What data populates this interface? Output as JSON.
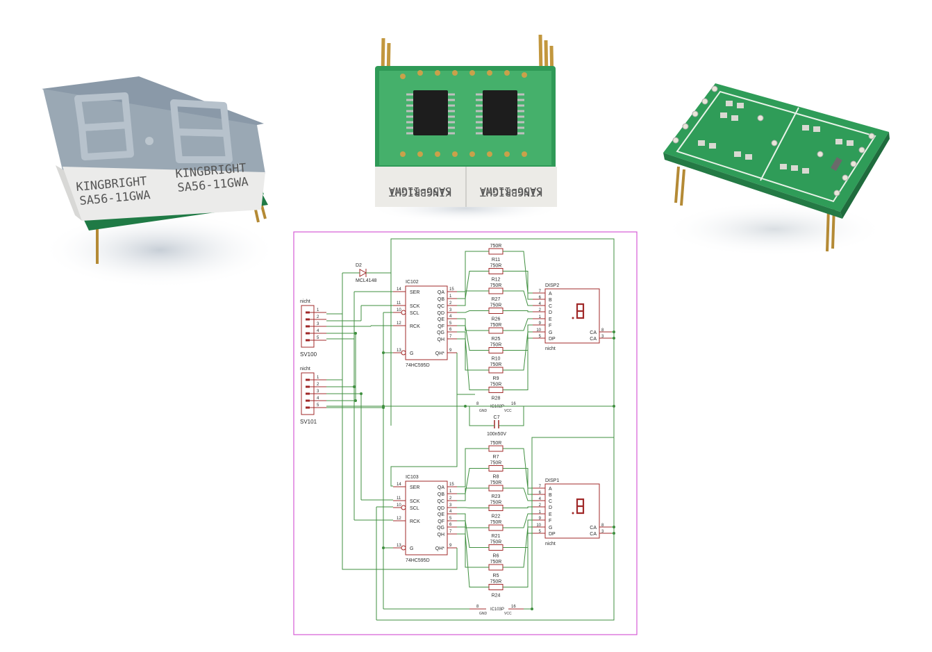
{
  "photos": {
    "left_display": {
      "brand": "KINGBRIGHT",
      "part": "SA56-11GWA"
    },
    "mid_display": {
      "brand": "KINGBRIGHT",
      "part": "SA56-11GWA"
    }
  },
  "schematic": {
    "colors": {
      "wire": "#3f8f3f",
      "part": "#a02828",
      "frame": "#d65ad6",
      "text": "#2a2a2a"
    },
    "diode": {
      "ref": "D2",
      "value": "MCL4148"
    },
    "ic_top": {
      "ref": "IC102",
      "value": "74HC595D",
      "power": "IC102P"
    },
    "ic_bot": {
      "ref": "IC103",
      "value": "74HC595D",
      "power": "IC103P"
    },
    "ic_pins_left": [
      "SER",
      "SCK",
      "SCL",
      "RCK",
      "G"
    ],
    "ic_pins_left_num": [
      "14",
      "11",
      "10",
      "12",
      "13"
    ],
    "ic_pins_right": [
      "QA",
      "QB",
      "QC",
      "QD",
      "QE",
      "QF",
      "QG",
      "QH",
      "QH*"
    ],
    "ic_pins_right_num": [
      "15",
      "1",
      "2",
      "3",
      "4",
      "5",
      "6",
      "7",
      "9"
    ],
    "power_pins": {
      "gnd_num": "8",
      "gnd": "GND",
      "vcc_num": "16",
      "vcc": "VCC"
    },
    "disp_top": {
      "ref": "DISP2",
      "note": "nicht"
    },
    "disp_bot": {
      "ref": "DISP1",
      "note": "nicht"
    },
    "disp_pins": [
      "A",
      "B",
      "C",
      "D",
      "E",
      "F",
      "G",
      "DP"
    ],
    "disp_pin_num": [
      "7",
      "6",
      "4",
      "2",
      "1",
      "9",
      "10",
      "5"
    ],
    "disp_ca": [
      "CA",
      "CA"
    ],
    "disp_ca_num": [
      "8",
      "3"
    ],
    "res_value": "750R",
    "res_top": [
      "R11",
      "R12",
      "R27",
      "R26",
      "R25",
      "R10",
      "R9",
      "R28"
    ],
    "res_bot": [
      "R7",
      "R8",
      "R23",
      "R22",
      "R21",
      "R6",
      "R5",
      "R24"
    ],
    "cap": {
      "ref": "C7",
      "value": "100n50V"
    },
    "sv_top": {
      "ref": "SV100",
      "note": "nicht"
    },
    "sv_bot": {
      "ref": "SV101",
      "note": "nicht"
    },
    "sv_pins": [
      "1",
      "2",
      "3",
      "4",
      "5"
    ]
  }
}
